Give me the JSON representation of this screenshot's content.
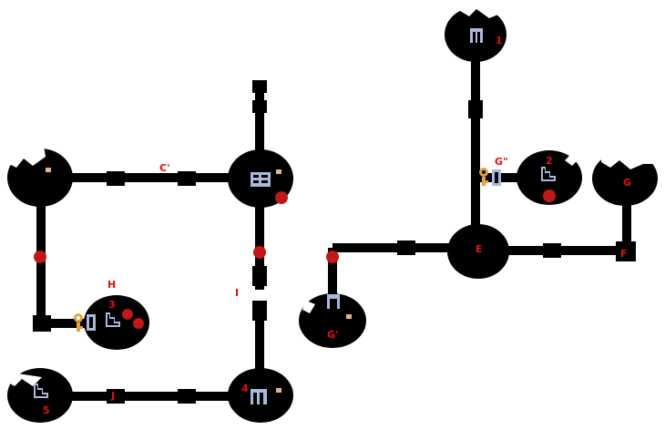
{
  "colors": {
    "background": "#ffffff",
    "wall": "#000000",
    "label": "#e01010",
    "orb": "#c01818",
    "icon": "#a9b8dc",
    "key": "#e3a23a"
  },
  "labels": {
    "room_1": "1",
    "room_2": "2",
    "room_3": "3",
    "room_4": "4",
    "room_5": "5",
    "room_e": "E",
    "room_f": "F",
    "room_g": "G",
    "room_g_prime": "G'",
    "room_g_double": "G\"",
    "room_h": "H",
    "corridor_c_prime": "C'",
    "corridor_i": "I",
    "corridor_j": "J"
  },
  "icons": {
    "chest": "chest-icon",
    "door": "door-icon",
    "stairs": "stairs-icon",
    "gate": "gate-icon",
    "key": "key-icon",
    "orb": "orb-icon"
  }
}
